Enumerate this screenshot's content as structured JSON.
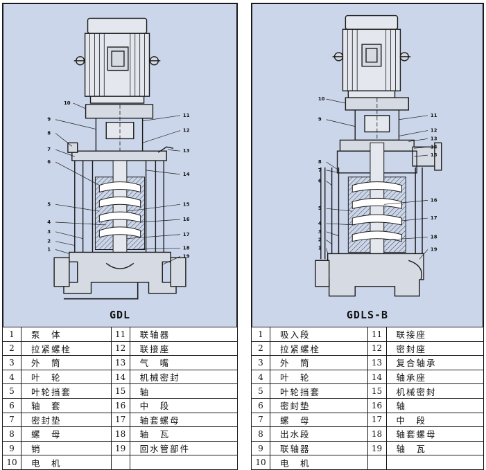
{
  "left": {
    "model": "GDL",
    "callouts": [
      "1",
      "2",
      "3",
      "4",
      "5",
      "6",
      "7",
      "8",
      "9",
      "10",
      "11",
      "12",
      "13",
      "14",
      "15",
      "16",
      "17",
      "18",
      "19"
    ],
    "rows": [
      {
        "n1": "1",
        "p1": "泵　体",
        "n2": "11",
        "p2": "联轴器"
      },
      {
        "n1": "2",
        "p1": "拉紧螺栓",
        "n2": "12",
        "p2": "联接座"
      },
      {
        "n1": "3",
        "p1": "外　筒",
        "n2": "13",
        "p2": "气　嘴"
      },
      {
        "n1": "4",
        "p1": "叶　轮",
        "n2": "14",
        "p2": "机械密封"
      },
      {
        "n1": "5",
        "p1": "叶轮挡套",
        "n2": "15",
        "p2": "轴"
      },
      {
        "n1": "6",
        "p1": "轴　套",
        "n2": "16",
        "p2": "中　段"
      },
      {
        "n1": "7",
        "p1": "密封垫",
        "n2": "17",
        "p2": "轴套螺母"
      },
      {
        "n1": "8",
        "p1": "螺　母",
        "n2": "18",
        "p2": "轴　瓦"
      },
      {
        "n1": "9",
        "p1": "销",
        "n2": "19",
        "p2": "回水管部件"
      },
      {
        "n1": "10",
        "p1": "电　机",
        "n2": "",
        "p2": ""
      }
    ]
  },
  "right": {
    "model": "GDLS-B",
    "callouts": [
      "1",
      "2",
      "3",
      "4",
      "5",
      "6",
      "7",
      "8",
      "9",
      "10",
      "11",
      "12",
      "13",
      "14",
      "15",
      "16",
      "17",
      "18",
      "19"
    ],
    "rows": [
      {
        "n1": "1",
        "p1": "吸入段",
        "n2": "11",
        "p2": "联接座"
      },
      {
        "n1": "2",
        "p1": "拉紧螺栓",
        "n2": "12",
        "p2": "密封座"
      },
      {
        "n1": "3",
        "p1": "外　筒",
        "n2": "13",
        "p2": "复合轴承"
      },
      {
        "n1": "4",
        "p1": "叶　轮",
        "n2": "14",
        "p2": "轴承座"
      },
      {
        "n1": "5",
        "p1": "叶轮挡套",
        "n2": "15",
        "p2": "机械密封"
      },
      {
        "n1": "6",
        "p1": "密封垫",
        "n2": "16",
        "p2": "轴"
      },
      {
        "n1": "7",
        "p1": "螺　母",
        "n2": "17",
        "p2": "中　段"
      },
      {
        "n1": "8",
        "p1": "出水段",
        "n2": "18",
        "p2": "轴套螺母"
      },
      {
        "n1": "9",
        "p1": "联轴器",
        "n2": "19",
        "p2": "轴　瓦"
      },
      {
        "n1": "10",
        "p1": "电　机",
        "n2": "",
        "p2": ""
      }
    ]
  },
  "colors": {
    "panel_bg": "#cbd6ea",
    "line": "#1a1a1a",
    "motor_fill": "#e4e8ee",
    "hatch": "#3a3a3a"
  }
}
